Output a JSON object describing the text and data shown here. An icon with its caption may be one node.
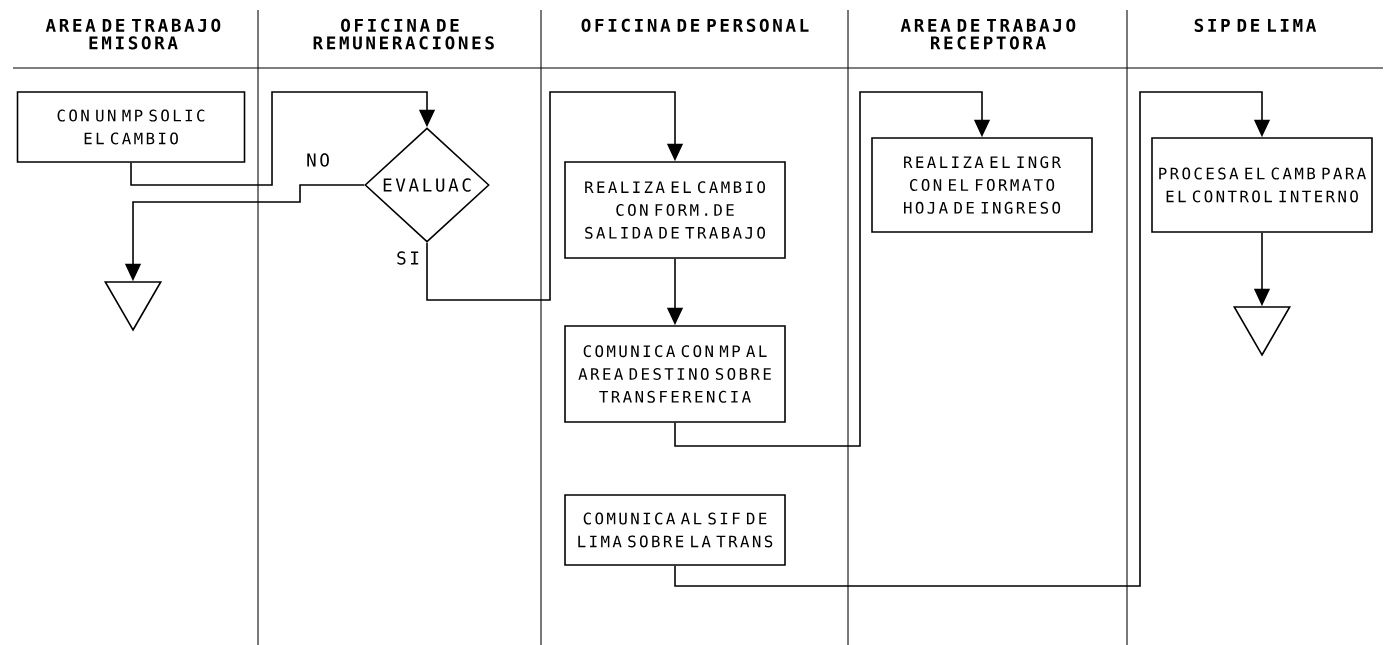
{
  "diagram": {
    "nodes": [
      {
        "text": [
          "CON UN MP SOLIC EL CAMBIO"
        ]
      },
      {
        "text": [
          "EVALUAC"
        ]
      },
      {
        "text": [],
        "shape": "triangle"
      },
      {
        "text": [
          "REALIZA EL CAMBIO CON FORM.DE SALIDA DE TRABAJO"
        ]
      },
      {
        "text": [
          "COMUNICA CON MP AL AREA DESTINO SOBRE TRANSFERENCIA"
        ]
      },
      {
        "text": [
          "COMUNICA AL SIF DE LIMA SOBRE LA TRANS"
        ]
      },
      {
        "text": [
          "REALIZA EL INGR CON EL FORMATO HOJA DE INGRESO"
        ]
      },
      {
        "text": [
          "PROCESA EL CAMB PARA EL CONTROL INTERNO"
        ]
      },
      {
        "text": [],
        "shape": "triangle"
      }
    ],
    "edges": [
      {
        "from": 0,
        "to": 1,
        "arrow": "to"
      },
      {
        "from": 1,
        "to": 2,
        "arrow": "to",
        "label": "NO"
      },
      {
        "from": 1,
        "to": 3,
        "arrow": "to",
        "label": "SI"
      },
      {
        "from": 3,
        "to": 4,
        "arrow": "to"
      },
      {
        "from": 4,
        "to": 6,
        "arrow": "to"
      },
      {
        "from": 5,
        "to": 7,
        "arrow": "to"
      },
      {
        "from": 7,
        "to": 8,
        "arrow": "to"
      }
    ],
    "labels": [
      "AREA DE TRABAJO EMISORA",
      "OFICINA DE REMUNERACIONES",
      "OFICINA DE PERSONAL",
      "AREA DE TRABAJO RECEPTORA",
      "SIP DE LIMA"
    ]
  }
}
